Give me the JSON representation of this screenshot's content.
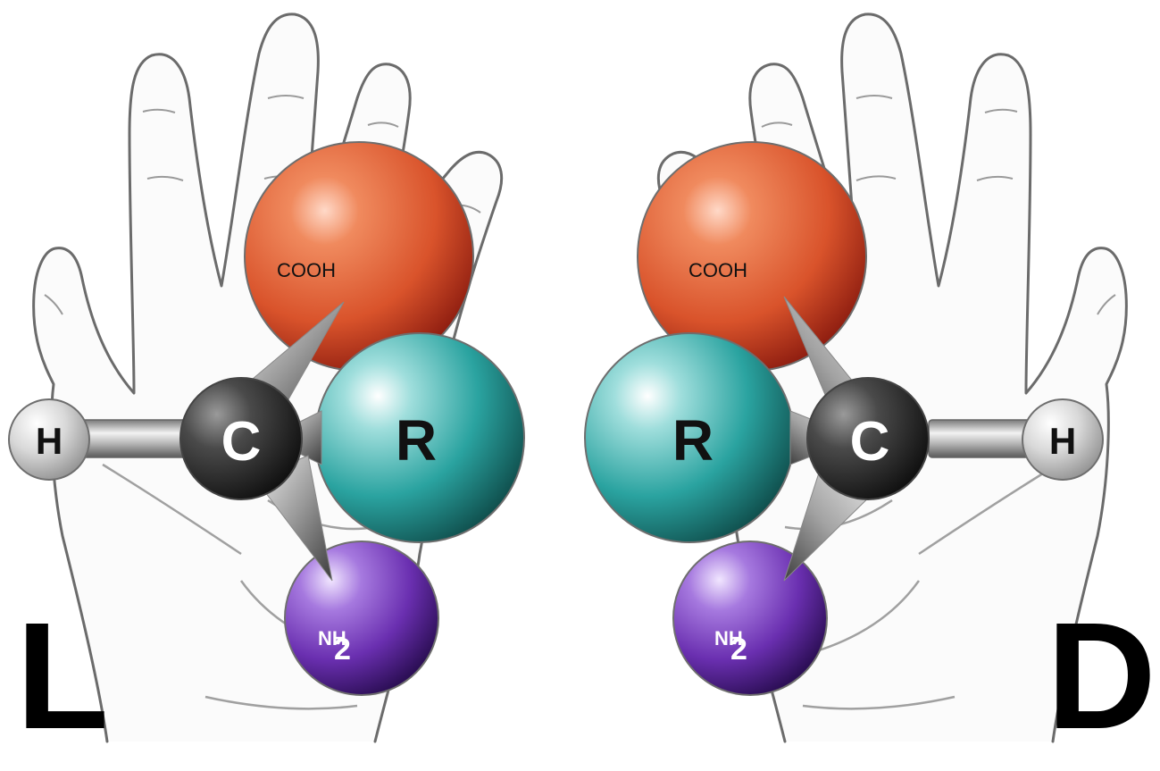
{
  "figure": {
    "left_label": "L",
    "right_label": "D"
  },
  "molecule_left": {
    "hydrogen": "H",
    "carbon": "C",
    "r_group": "R",
    "carboxyl": "COOH",
    "amine_main": "NH",
    "amine_sub": "2"
  },
  "molecule_right": {
    "hydrogen": "H",
    "carbon": "C",
    "r_group": "R",
    "carboxyl": "COOH",
    "amine_main": "NH",
    "amine_sub": "2"
  },
  "colors": {
    "carboxyl": "#d9532b",
    "r_group": "#2aa3a0",
    "amine": "#6a2fb0",
    "carbon": "#2a2a2a",
    "hydrogen": "#cfcfcf",
    "hand_outline": "#6b6b6b",
    "label": "#000000"
  }
}
